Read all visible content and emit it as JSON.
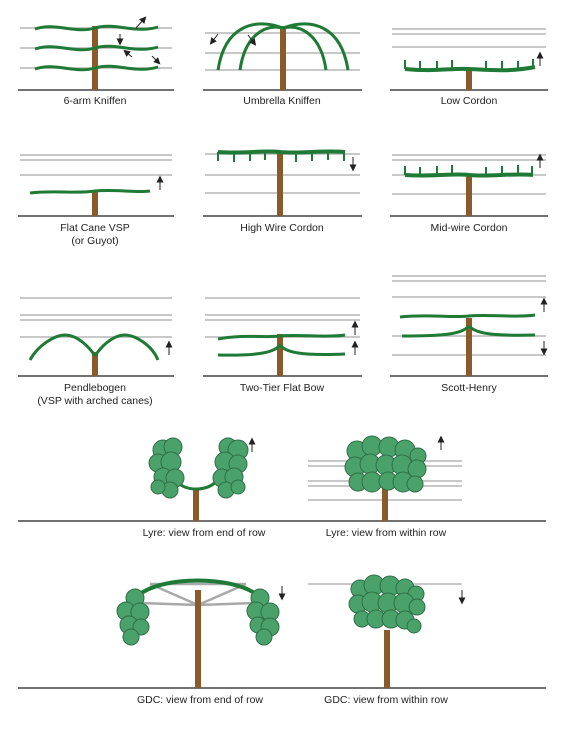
{
  "colors": {
    "trunk": "#8b5a2b",
    "cane": "#1e7a34",
    "wire": "#b5b5b5",
    "ground": "#444444",
    "leaf": "#4aa26a",
    "leaf_edge": "#2f6f47",
    "arrow": "#222222",
    "gdc_arm": "#a9a9a9"
  },
  "captions": {
    "kniffen6": "6-arm Kniffen",
    "umbrella": "Umbrella Kniffen",
    "low_cordon": "Low Cordon",
    "flat_cane_1": "Flat Cane VSP",
    "flat_cane_2": "(or Guyot)",
    "high_wire": "High Wire Cordon",
    "mid_wire": "Mid-wire Cordon",
    "pendlebogen_1": "Pendlebogen",
    "pendlebogen_2": "(VSP with arched canes)",
    "two_tier": "Two-Tier Flat Bow",
    "scott_henry": "Scott-Henry",
    "lyre_end": "Lyre: view from end of row",
    "lyre_within": "Lyre: view from within row",
    "gdc_end": "GDC: view from end of row",
    "gdc_within": "GDC: view from within row"
  }
}
